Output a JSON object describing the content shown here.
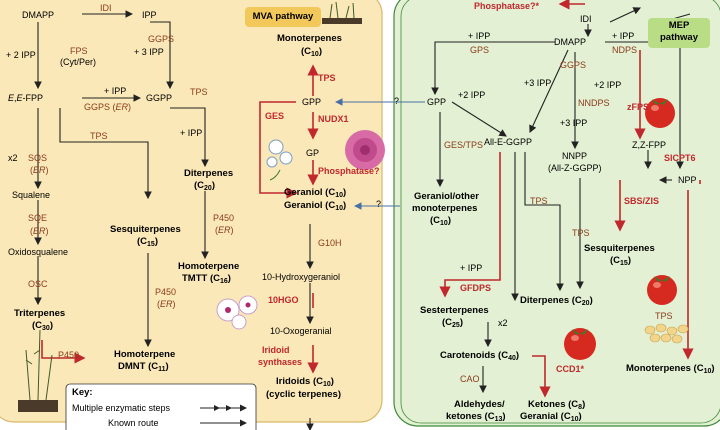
{
  "colors": {
    "mva_bg": "#fbe8b8",
    "mep_bg": "#e3f0d3",
    "pill_mva": "#f2c85a",
    "pill_mep": "#b9dd84",
    "enzyme": "#8a3b1c",
    "red": "#c0282d",
    "blue": "#4a6fa6"
  },
  "pathways": {
    "mva": "MVA pathway",
    "mep": "MEP pathway"
  },
  "mva": {
    "dmapp": "DMAPP",
    "idi": "IDI",
    "ipp": "IPP",
    "plus2ipp": "+ 2 IPP",
    "fps": "FPS",
    "cytper": "(Cyt/Per)",
    "ggps_top": "GGPS",
    "plus3ipp": "+ 3 IPP",
    "eefpp_a": "E",
    "eefpp_b": ",",
    "eefpp_c": "E",
    "eefpp_d": "-FPP",
    "plusipp1": "+ IPP",
    "ggps2": "GGPS (",
    "er": "ER",
    "close": ")",
    "ggpp": "GGPP",
    "tps1": "TPS",
    "tps2": "TPS",
    "plusipp2": "+ IPP",
    "x2": "x2",
    "sqs": "SQS",
    "squalene": "Squalene",
    "sqe": "SQE",
    "oxidosqualene": "Oxidosqualene",
    "osc": "OSC",
    "triterpenes": "Triterpenes",
    "c30": "(C30)",
    "sesquiterpenes": "Sesquiterpenes",
    "c15": "(C15)",
    "diterpenes": "Diterpenes",
    "c20": "(C20)",
    "p450_1": "P450",
    "p450_2": "P450",
    "p450_3": "P450",
    "homoterpene1": "Homoterpene",
    "tmtt": "TMTT (C16)",
    "homoterpene2": "Homoterpene",
    "dmnt": "DMNT (C11)"
  },
  "mid": {
    "monoterpenes": "Monoterpenes",
    "c10": "(C10)",
    "tps": "TPS",
    "gpp": "GPP",
    "ges": "GES",
    "nudx1": "NUDX1",
    "gp": "GP",
    "phosphatase": "Phosphatase?",
    "geraniol1": "Geraniol (C10)",
    "geraniol2": "Geraniol (C10)",
    "g10h": "G10H",
    "hydroxy": "10-Hydroxygeraniol",
    "tenhgo": "10HGO",
    "oxo": "10-Oxogeranial",
    "iridoid_syn1": "Iridoid",
    "iridoid_syn2": "synthases",
    "iridoids": "Iridoids (C10)",
    "cyclic": "(cyclic terpenes)",
    "q": "?"
  },
  "mep": {
    "phosphatase_top": "Phosphatase?*",
    "idi": "IDI",
    "dmapp": "DMAPP",
    "plusipp_a": "+ IPP",
    "gps": "GPS",
    "plusipp_b": "+ IPP",
    "ndps": "NDPS",
    "gpp": "GPP",
    "plus2ipp": "+2 IPP",
    "plus3ipp": "+3 IPP",
    "ggps": "GGPS",
    "plus3ipp2": "+3 IPP",
    "nndps": "NNDPS",
    "plus2ipp2": "+2 IPP",
    "zfps": "zFPS",
    "gestps": "GES/TPS",
    "allegpp": "All-E-GGPP",
    "nnpp": "NNPP",
    "allzggpp": "(All-Z-GGPP)",
    "zzfpp": "Z,Z-FPP",
    "slcpt6": "SlCPT6",
    "npp": "NPP",
    "geraniol_other1": "Geraniol/other",
    "geraniol_other2": "monoterpenes",
    "c10": "(C10)",
    "tps1": "TPS",
    "tps2": "TPS",
    "sbszis": "SBS/ZIS",
    "sesquiterpenes": "Sesquiterpenes",
    "c15": "(C15)",
    "diterpenes": "Diterpenes (C20)",
    "plusipp3": "+ IPP",
    "gfdps": "GFDPS",
    "sesterterpenes": "Sesterterpenes",
    "c25": "(C25)",
    "x2": "x2",
    "carotenoids": "Carotenoids (C40)",
    "tps3": "TPS",
    "cao": "CAO",
    "ccd1": "CCD1*",
    "monoterpenes": "Monoterpenes (C10)",
    "aldehydes1": "Aldehydes/",
    "aldehydes2": "ketones (C13)",
    "ketones1": "Ketones (C8)",
    "ketones2": "Geranial (C10)"
  },
  "key": {
    "title": "Key:",
    "multi": "Multiple enzymatic steps",
    "known": "Known route"
  }
}
